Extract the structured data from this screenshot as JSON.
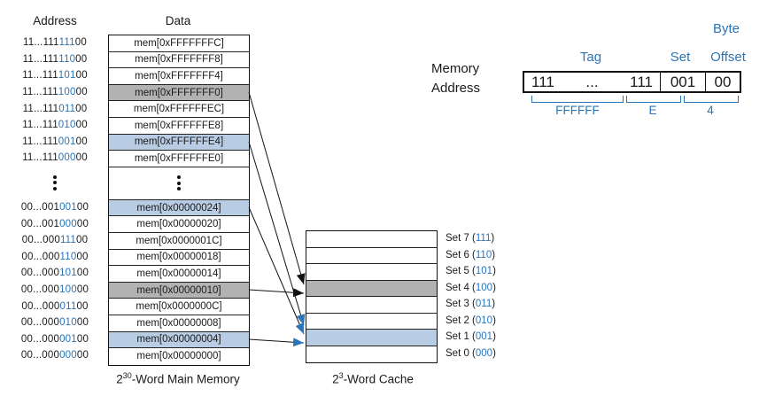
{
  "colors": {
    "blue": "#2b74b6",
    "row_blue": "#b8cce4",
    "row_gray": "#b2b2b2"
  },
  "headers": {
    "address": "Address",
    "data": "Data"
  },
  "memory": {
    "caption": {
      "base": "2",
      "exponent": "30",
      "suffix": "-Word Main Memory"
    },
    "rows": [
      {
        "addr_tag": "11...111",
        "addr_set": "111",
        "addr_offset": "00",
        "data": "mem[0xFFFFFFFC]",
        "hl": "none"
      },
      {
        "addr_tag": "11...111",
        "addr_set": "110",
        "addr_offset": "00",
        "data": "mem[0xFFFFFFF8]",
        "hl": "none"
      },
      {
        "addr_tag": "11...111",
        "addr_set": "101",
        "addr_offset": "00",
        "data": "mem[0xFFFFFFF4]",
        "hl": "none"
      },
      {
        "addr_tag": "11...111",
        "addr_set": "100",
        "addr_offset": "00",
        "data": "mem[0xFFFFFFF0]",
        "hl": "gray"
      },
      {
        "addr_tag": "11...111",
        "addr_set": "011",
        "addr_offset": "00",
        "data": "mem[0xFFFFFFEC]",
        "hl": "none"
      },
      {
        "addr_tag": "11...111",
        "addr_set": "010",
        "addr_offset": "00",
        "data": "mem[0xFFFFFFE8]",
        "hl": "none"
      },
      {
        "addr_tag": "11...111",
        "addr_set": "001",
        "addr_offset": "00",
        "data": "mem[0xFFFFFFE4]",
        "hl": "blue"
      },
      {
        "addr_tag": "11...111",
        "addr_set": "000",
        "addr_offset": "00",
        "data": "mem[0xFFFFFFE0]",
        "hl": "none"
      },
      {
        "type": "ellipsis"
      },
      {
        "addr_tag": "00...001",
        "addr_set": "001",
        "addr_offset": "00",
        "data": "mem[0x00000024]",
        "hl": "blue"
      },
      {
        "addr_tag": "00...001",
        "addr_set": "000",
        "addr_offset": "00",
        "data": "mem[0x00000020]",
        "hl": "none"
      },
      {
        "addr_tag": "00...000",
        "addr_set": "111",
        "addr_offset": "00",
        "data": "mem[0x0000001C]",
        "hl": "none"
      },
      {
        "addr_tag": "00...000",
        "addr_set": "110",
        "addr_offset": "00",
        "data": "mem[0x00000018]",
        "hl": "none"
      },
      {
        "addr_tag": "00...000",
        "addr_set": "101",
        "addr_offset": "00",
        "data": "mem[0x00000014]",
        "hl": "none"
      },
      {
        "addr_tag": "00...000",
        "addr_set": "100",
        "addr_offset": "00",
        "data": "mem[0x00000010]",
        "hl": "gray"
      },
      {
        "addr_tag": "00...000",
        "addr_set": "011",
        "addr_offset": "00",
        "data": "mem[0x0000000C]",
        "hl": "none"
      },
      {
        "addr_tag": "00...000",
        "addr_set": "010",
        "addr_offset": "00",
        "data": "mem[0x00000008]",
        "hl": "none"
      },
      {
        "addr_tag": "00...000",
        "addr_set": "001",
        "addr_offset": "00",
        "data": "mem[0x00000004]",
        "hl": "blue"
      },
      {
        "addr_tag": "00...000",
        "addr_set": "000",
        "addr_offset": "00",
        "data": "mem[0x00000000]",
        "hl": "none"
      }
    ]
  },
  "cache": {
    "caption": {
      "base": "2",
      "exponent": "3",
      "suffix": "-Word Cache"
    },
    "sets": [
      {
        "name": "Set 7",
        "bits": "111",
        "hl": "none"
      },
      {
        "name": "Set 6",
        "bits": "110",
        "hl": "none"
      },
      {
        "name": "Set 5",
        "bits": "101",
        "hl": "none"
      },
      {
        "name": "Set 4",
        "bits": "100",
        "hl": "gray"
      },
      {
        "name": "Set 3",
        "bits": "011",
        "hl": "none"
      },
      {
        "name": "Set 2",
        "bits": "010",
        "hl": "none"
      },
      {
        "name": "Set 1",
        "bits": "001",
        "hl": "blue"
      },
      {
        "name": "Set 0",
        "bits": "000",
        "hl": "none"
      }
    ]
  },
  "address_breakdown": {
    "label_line1": "Memory",
    "label_line2": "Address",
    "byte_label": "Byte",
    "tag_label": "Tag",
    "set_label": "Set",
    "offset_label": "Offset",
    "tag_left": "111",
    "tag_dots": "...",
    "tag_right": "111",
    "set_value": "001",
    "offset_value": "00",
    "hex_tag": "FFFFFF",
    "hex_mid": "E",
    "hex_low": "4"
  },
  "arrows": [
    {
      "from": "mem[0xFFFFFFF0]",
      "to": "Set 4",
      "color": "black"
    },
    {
      "from": "mem[0xFFFFFFE4]",
      "to": "Set 1",
      "color": "blue"
    },
    {
      "from": "mem[0x00000024]",
      "to": "Set 1",
      "color": "blue"
    },
    {
      "from": "mem[0x00000010]",
      "to": "Set 4",
      "color": "black"
    },
    {
      "from": "mem[0x00000004]",
      "to": "Set 1",
      "color": "blue"
    }
  ]
}
